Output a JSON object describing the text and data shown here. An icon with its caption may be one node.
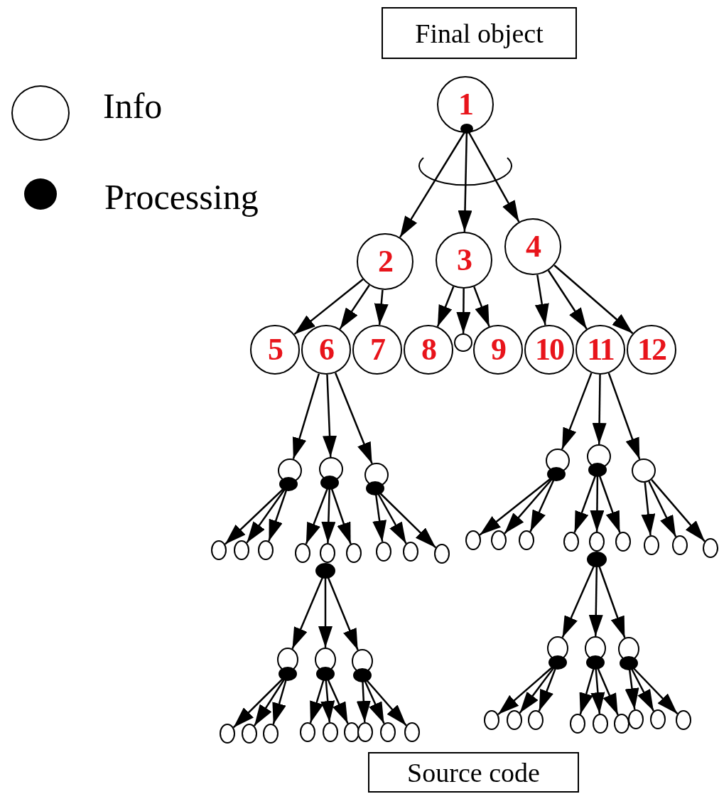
{
  "diagram": {
    "nodes": [
      {
        "text": [
          "Final object"
        ]
      },
      {
        "text": [
          "1"
        ]
      },
      {
        "text": [
          "2"
        ]
      },
      {
        "text": [
          "3"
        ]
      },
      {
        "text": [
          "4"
        ]
      },
      {
        "text": [
          "5"
        ]
      },
      {
        "text": [
          "6"
        ]
      },
      {
        "text": [
          "7"
        ]
      },
      {
        "text": [
          "8"
        ]
      },
      {
        "text": [
          "9"
        ]
      },
      {
        "text": [
          "10"
        ]
      },
      {
        "text": [
          "11"
        ]
      },
      {
        "text": [
          "12"
        ]
      },
      {
        "text": [],
        "shape": "circle"
      },
      {
        "text": [],
        "shape": "circle"
      },
      {
        "text": [],
        "shape": "circle"
      },
      {
        "text": [],
        "shape": "circle"
      },
      {
        "text": [],
        "shape": "circle"
      },
      {
        "text": [],
        "shape": "circle"
      },
      {
        "text": [],
        "shape": "circle"
      },
      {
        "text": [],
        "shape": "circle"
      },
      {
        "text": [],
        "shape": "circle"
      },
      {
        "text": [],
        "shape": "circle"
      },
      {
        "text": [],
        "shape": "circle"
      },
      {
        "text": [],
        "shape": "circle"
      },
      {
        "text": [],
        "shape": "circle"
      },
      {
        "text": [],
        "shape": "circle"
      },
      {
        "text": [],
        "shape": "circle"
      },
      {
        "text": [],
        "shape": "circle"
      },
      {
        "text": [],
        "shape": "circle"
      },
      {
        "text": [],
        "shape": "circle"
      },
      {
        "text": [],
        "shape": "circle"
      },
      {
        "text": [],
        "shape": "circle"
      },
      {
        "text": [],
        "shape": "circle"
      },
      {
        "text": [],
        "shape": "circle"
      },
      {
        "text": [],
        "shape": "circle"
      },
      {
        "text": [],
        "shape": "circle"
      },
      {
        "text": [],
        "shape": "circle"
      },
      {
        "text": [],
        "shape": "circle"
      },
      {
        "text": [],
        "shape": "circle"
      },
      {
        "text": [],
        "shape": "circle"
      },
      {
        "text": [],
        "shape": "circle"
      },
      {
        "text": [],
        "shape": "circle"
      },
      {
        "text": [],
        "shape": "circle"
      },
      {
        "text": [],
        "shape": "circle"
      },
      {
        "text": [],
        "shape": "circle"
      },
      {
        "text": [],
        "shape": "circle"
      },
      {
        "text": [],
        "shape": "circle"
      },
      {
        "text": [],
        "shape": "circle"
      },
      {
        "text": [],
        "shape": "circle"
      },
      {
        "text": [],
        "shape": "circle"
      },
      {
        "text": [],
        "shape": "circle"
      },
      {
        "text": [],
        "shape": "circle"
      },
      {
        "text": [],
        "shape": "circle"
      },
      {
        "text": [],
        "shape": "circle"
      },
      {
        "text": [],
        "shape": "circle"
      },
      {
        "text": [],
        "shape": "circle"
      },
      {
        "text": [],
        "shape": "circle"
      },
      {
        "text": [],
        "shape": "circle"
      },
      {
        "text": [],
        "shape": "circle"
      },
      {
        "text": [],
        "shape": "circle"
      },
      {
        "text": [
          "Source code"
        ]
      },
      {
        "text": [],
        "shape": "circle"
      }
    ],
    "edges": [
      {
        "from": 1,
        "to": 2,
        "arrow": "to"
      },
      {
        "from": 1,
        "to": 3,
        "arrow": "to"
      },
      {
        "from": 1,
        "to": 4,
        "arrow": "to"
      },
      {
        "from": 2,
        "to": 5,
        "arrow": "to"
      },
      {
        "from": 2,
        "to": 6,
        "arrow": "to"
      },
      {
        "from": 2,
        "to": 7,
        "arrow": "to"
      },
      {
        "from": 3,
        "to": 8,
        "arrow": "to"
      },
      {
        "from": 3,
        "to": 62,
        "arrow": "to"
      },
      {
        "from": 3,
        "to": 9,
        "arrow": "to"
      },
      {
        "from": 4,
        "to": 10,
        "arrow": "to"
      },
      {
        "from": 4,
        "to": 11,
        "arrow": "to"
      },
      {
        "from": 4,
        "to": 12,
        "arrow": "to"
      },
      {
        "from": 6,
        "to": 13,
        "arrow": "to"
      },
      {
        "from": 6,
        "to": 14,
        "arrow": "to"
      },
      {
        "from": 6,
        "to": 15,
        "arrow": "to"
      },
      {
        "from": 11,
        "to": 16,
        "arrow": "to"
      },
      {
        "from": 11,
        "to": 17,
        "arrow": "to"
      },
      {
        "from": 11,
        "to": 18,
        "arrow": "to"
      },
      {
        "from": 13,
        "to": 19,
        "arrow": "to"
      },
      {
        "from": 13,
        "to": 20,
        "arrow": "to"
      },
      {
        "from": 13,
        "to": 21,
        "arrow": "to"
      },
      {
        "from": 14,
        "to": 22,
        "arrow": "to"
      },
      {
        "from": 14,
        "to": 23,
        "arrow": "to"
      },
      {
        "from": 14,
        "to": 24,
        "arrow": "to"
      },
      {
        "from": 15,
        "to": 25,
        "arrow": "to"
      },
      {
        "from": 15,
        "to": 26,
        "arrow": "to"
      },
      {
        "from": 15,
        "to": 27,
        "arrow": "to"
      },
      {
        "from": 16,
        "to": 28,
        "arrow": "to"
      },
      {
        "from": 16,
        "to": 29,
        "arrow": "to"
      },
      {
        "from": 16,
        "to": 30,
        "arrow": "to"
      },
      {
        "from": 17,
        "to": 31,
        "arrow": "to"
      },
      {
        "from": 17,
        "to": 32,
        "arrow": "to"
      },
      {
        "from": 17,
        "to": 33,
        "arrow": "to"
      },
      {
        "from": 18,
        "to": 34,
        "arrow": "to"
      },
      {
        "from": 18,
        "to": 35,
        "arrow": "to"
      },
      {
        "from": 18,
        "to": 36,
        "arrow": "to"
      },
      {
        "from": 23,
        "to": 37,
        "arrow": "to"
      },
      {
        "from": 23,
        "to": 38,
        "arrow": "to"
      },
      {
        "from": 23,
        "to": 39,
        "arrow": "to"
      },
      {
        "from": 32,
        "to": 40,
        "arrow": "to"
      },
      {
        "from": 32,
        "to": 41,
        "arrow": "to"
      },
      {
        "from": 32,
        "to": 42,
        "arrow": "to"
      },
      {
        "from": 37,
        "to": 43,
        "arrow": "to"
      },
      {
        "from": 37,
        "to": 44,
        "arrow": "to"
      },
      {
        "from": 37,
        "to": 45,
        "arrow": "to"
      },
      {
        "from": 38,
        "to": 46,
        "arrow": "to"
      },
      {
        "from": 38,
        "to": 47,
        "arrow": "to"
      },
      {
        "from": 38,
        "to": 48,
        "arrow": "to"
      },
      {
        "from": 39,
        "to": 49,
        "arrow": "to"
      },
      {
        "from": 39,
        "to": 50,
        "arrow": "to"
      },
      {
        "from": 39,
        "to": 51,
        "arrow": "to"
      },
      {
        "from": 40,
        "to": 52,
        "arrow": "to"
      },
      {
        "from": 40,
        "to": 53,
        "arrow": "to"
      },
      {
        "from": 40,
        "to": 54,
        "arrow": "to"
      },
      {
        "from": 41,
        "to": 55,
        "arrow": "to"
      },
      {
        "from": 41,
        "to": 56,
        "arrow": "to"
      },
      {
        "from": 41,
        "to": 57,
        "arrow": "to"
      },
      {
        "from": 42,
        "to": 58,
        "arrow": "to"
      },
      {
        "from": 42,
        "to": 59,
        "arrow": "to"
      },
      {
        "from": 42,
        "to": 60,
        "arrow": "to"
      }
    ],
    "legend": [
      {
        "text": "Info"
      },
      {
        "text": "Processing"
      }
    ]
  }
}
